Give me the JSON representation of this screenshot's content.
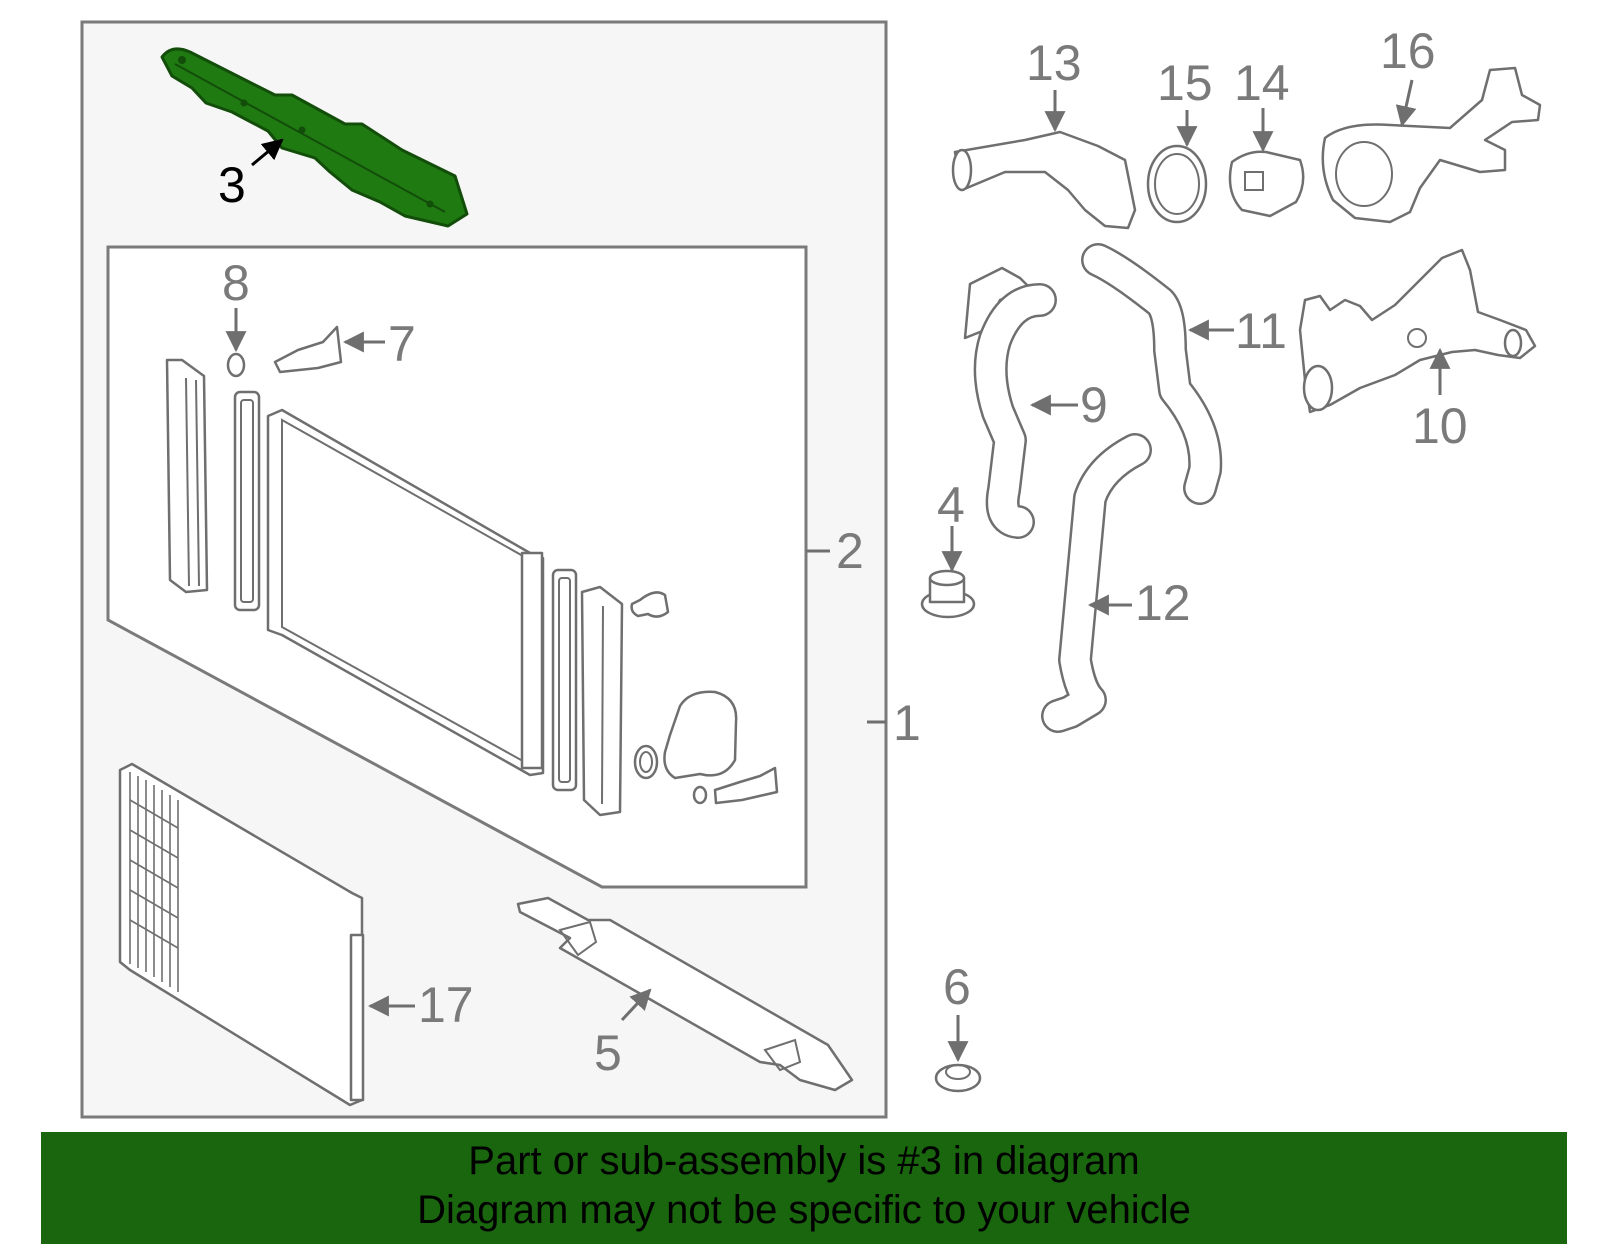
{
  "callouts": {
    "c1": "1",
    "c2": "2",
    "c3": "3",
    "c4": "4",
    "c5": "5",
    "c6": "6",
    "c7": "7",
    "c8": "8",
    "c9": "9",
    "c10": "10",
    "c11": "11",
    "c12": "12",
    "c13": "13",
    "c14": "14",
    "c15": "15",
    "c16": "16",
    "c17": "17"
  },
  "highlight": {
    "color": "#1a660f",
    "part": "3"
  },
  "banner": {
    "line1": "Part or sub-assembly is #3 in diagram",
    "line2": "Diagram may not be specific to your vehicle",
    "color": "#1a660f"
  }
}
